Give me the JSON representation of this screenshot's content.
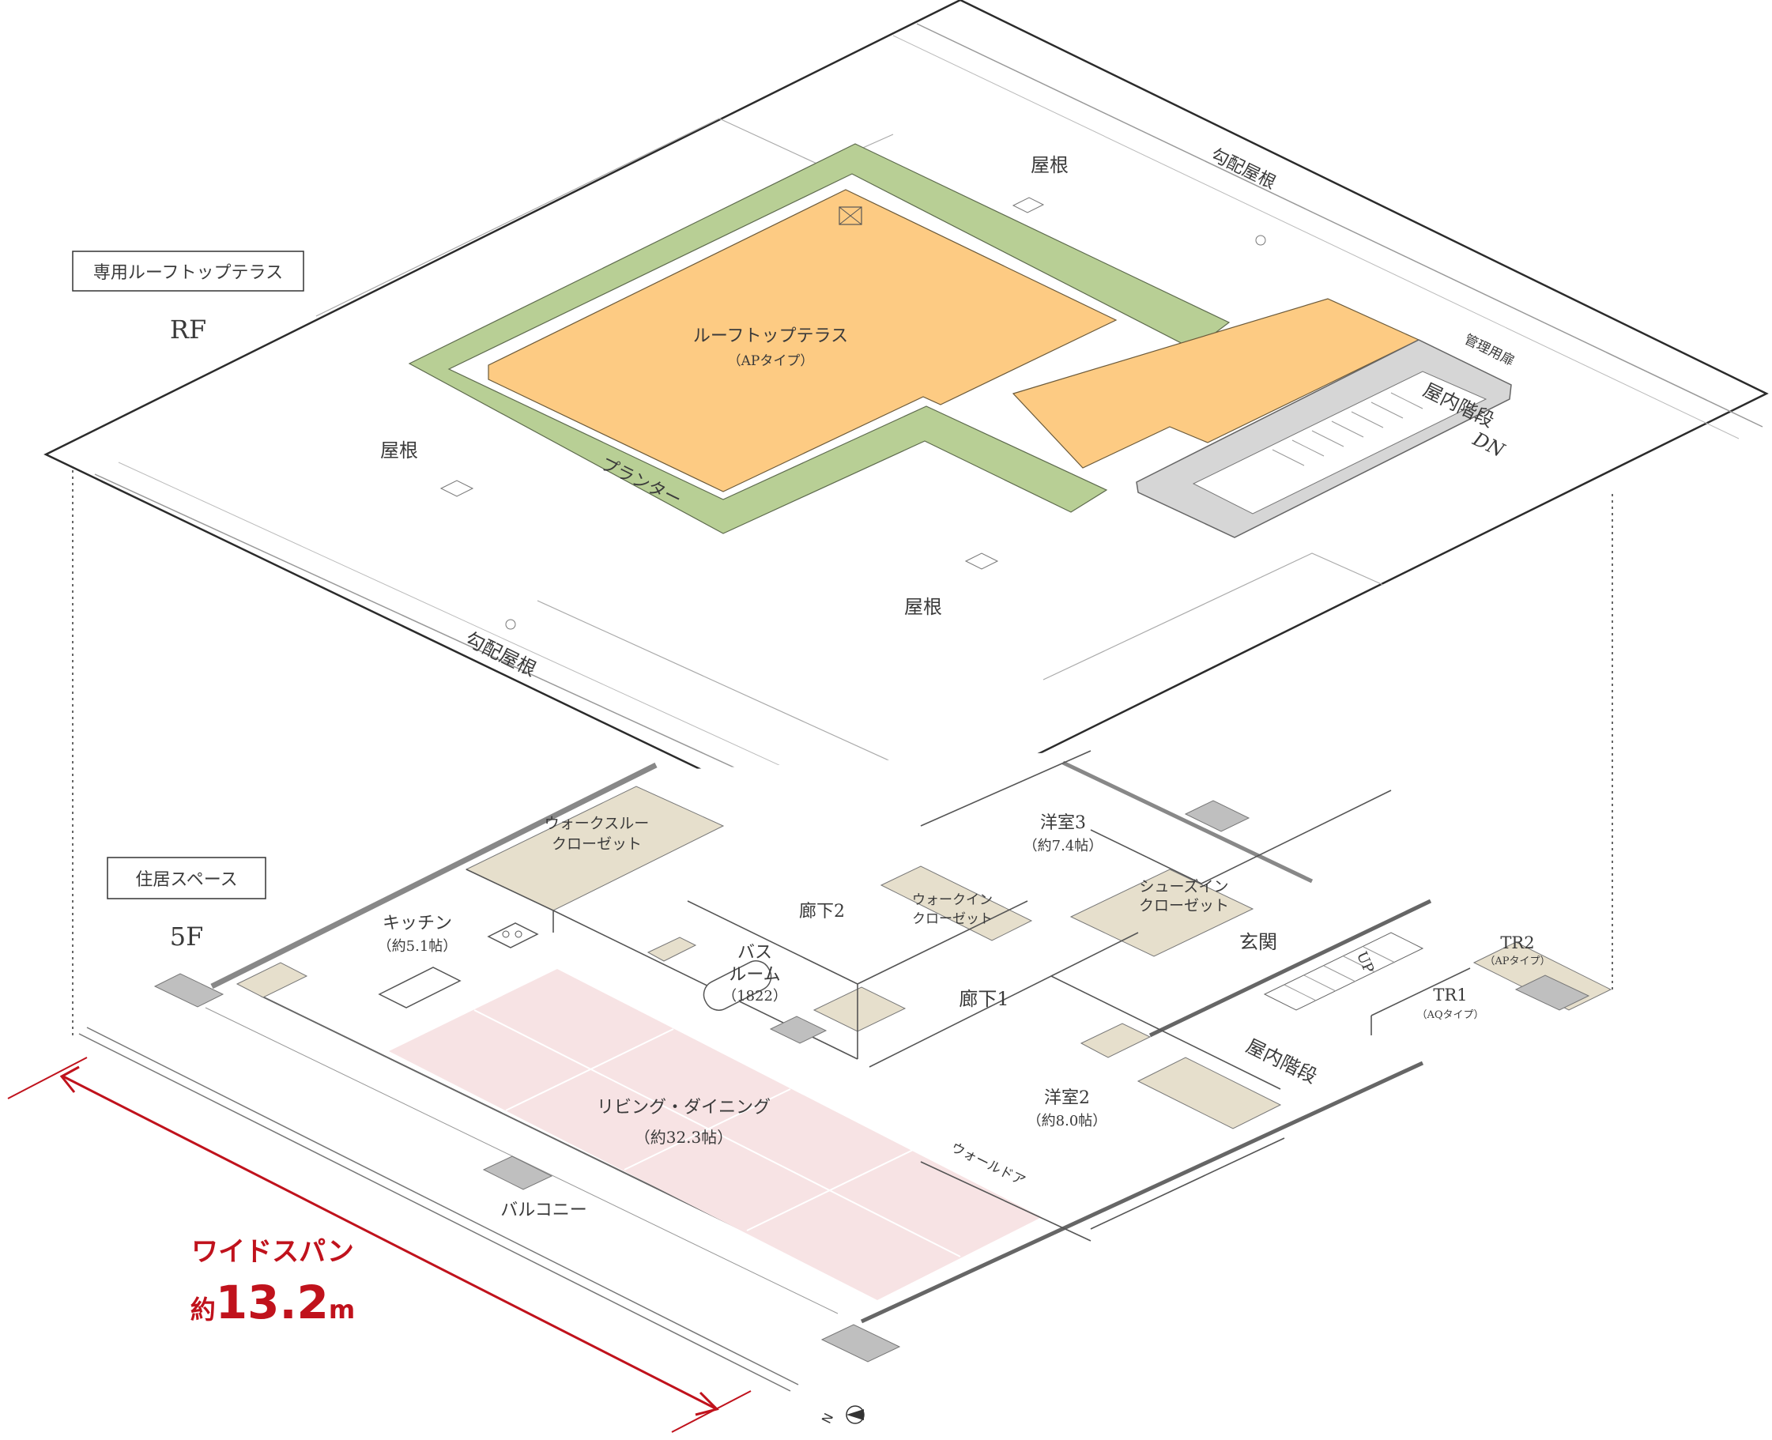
{
  "floors": {
    "rf": {
      "badge": "専用ルーフトップテラス",
      "code": "RF",
      "rooms": {
        "roof_top": "屋根",
        "roof_left": "屋根",
        "roof_bottom": "屋根",
        "sloped_roof_top": "勾配屋根",
        "sloped_roof_bottom": "勾配屋根",
        "terrace_name": "ルーフトップテラス",
        "terrace_type": "（APタイプ）",
        "planter": "プランター",
        "maintenance_door": "管理用扉",
        "stairs": "屋内階段",
        "stairs_dir": "DN"
      }
    },
    "f5": {
      "badge": "住居スペース",
      "code": "5F",
      "rooms": {
        "walkthrough_1": "ウォークスルー",
        "walkthrough_2": "クローゼット",
        "kitchen": "キッチン",
        "kitchen_size": "（約5.1帖）",
        "corridor2": "廊下2",
        "bath_1": "バス",
        "bath_2": "ルーム",
        "bath_size": "（1822）",
        "walkin_1": "ウォークイン",
        "walkin_2": "クローゼット",
        "western3": "洋室3",
        "western3_size": "（約7.4帖）",
        "shoesin_1": "シューズイン",
        "shoesin_2": "クローゼット",
        "entrance": "玄関",
        "corridor1": "廊下1",
        "stairs": "屋内階段",
        "stairs_dir": "UP",
        "tr1": "TR1",
        "tr1_type": "（AQタイプ）",
        "tr2": "TR2",
        "tr2_type": "（APタイプ）",
        "western2": "洋室2",
        "western2_size": "（約8.0帖）",
        "living": "リビング・ダイニング",
        "living_size": "（約32.3帖）",
        "wall_door": "ウォールドア",
        "balcony": "バルコニー"
      }
    }
  },
  "span": {
    "label": "ワイドスパン",
    "prefix": "約",
    "value": "13.2",
    "unit": "m"
  },
  "compass": "N",
  "colors": {
    "terrace": "#fdcb83",
    "planter": "#b8cf95",
    "closet": "#e6dfcc",
    "living": "#f7e3e4",
    "wall": "#bfbfbf",
    "accent": "#c0121c",
    "line": "#444444"
  }
}
